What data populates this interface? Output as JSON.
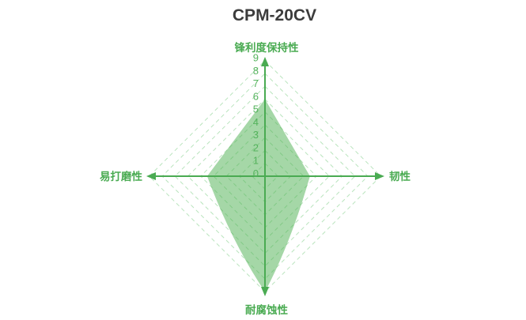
{
  "chart_data": {
    "type": "radar",
    "title": "CPM-20CV",
    "axes": [
      {
        "label": "锋利度保持性",
        "direction": "up",
        "value": 6
      },
      {
        "label": "韧性",
        "direction": "right",
        "value": 3.5
      },
      {
        "label": "耐腐蚀性",
        "direction": "down",
        "value": 9
      },
      {
        "label": "易打磨性",
        "direction": "left",
        "value": 4.5
      }
    ],
    "scale": {
      "min": 0,
      "max": 9,
      "step": 1,
      "tick_labels": [
        "0",
        "1",
        "2",
        "3",
        "4",
        "5",
        "6",
        "7",
        "8",
        "9"
      ]
    },
    "grid": {
      "rings": 9,
      "style": "dashed-diamond"
    },
    "legend": "none",
    "colors": {
      "axis_green": "#4aab52",
      "tick_green": "#55b35d",
      "ring_green": "#b9e4bd",
      "fill_green": "#4caf50",
      "fill_opacity": "0.5",
      "title_color": "#3c3c3c"
    }
  }
}
